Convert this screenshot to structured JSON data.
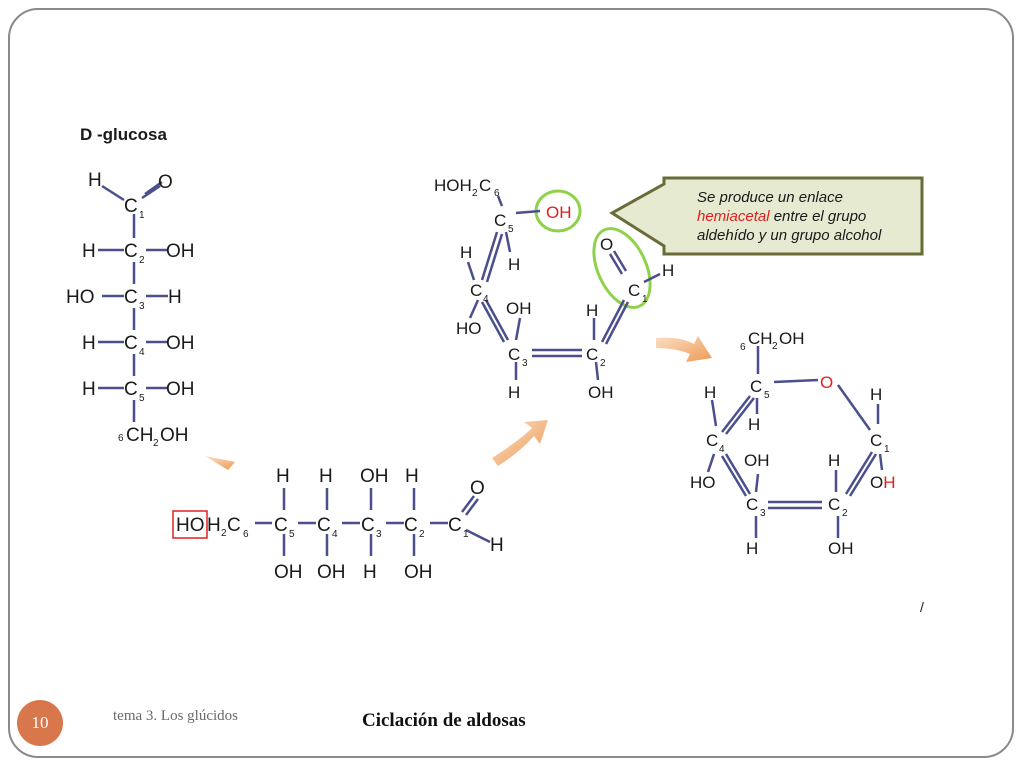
{
  "slide": {
    "number": "10",
    "footer_left": "tema 3. Los glúcidos",
    "footer_title": "Ciclación de aldosas"
  },
  "diagram": {
    "open_chain_title": "D -glucosa",
    "callout": {
      "line1": "Se produce un enlace",
      "highlight": "hemiacetal",
      "line2_rest": " entre el grupo",
      "line3": "aldehído y un grupo alcohol"
    },
    "colors": {
      "bond": "#4b4f8c",
      "highlight_circle": "#8fd24a",
      "red_text": "#e02020",
      "arrow_orange": "#f0a868",
      "callout_fill": "#e6ead0",
      "callout_border": "#6b6b3a"
    }
  }
}
